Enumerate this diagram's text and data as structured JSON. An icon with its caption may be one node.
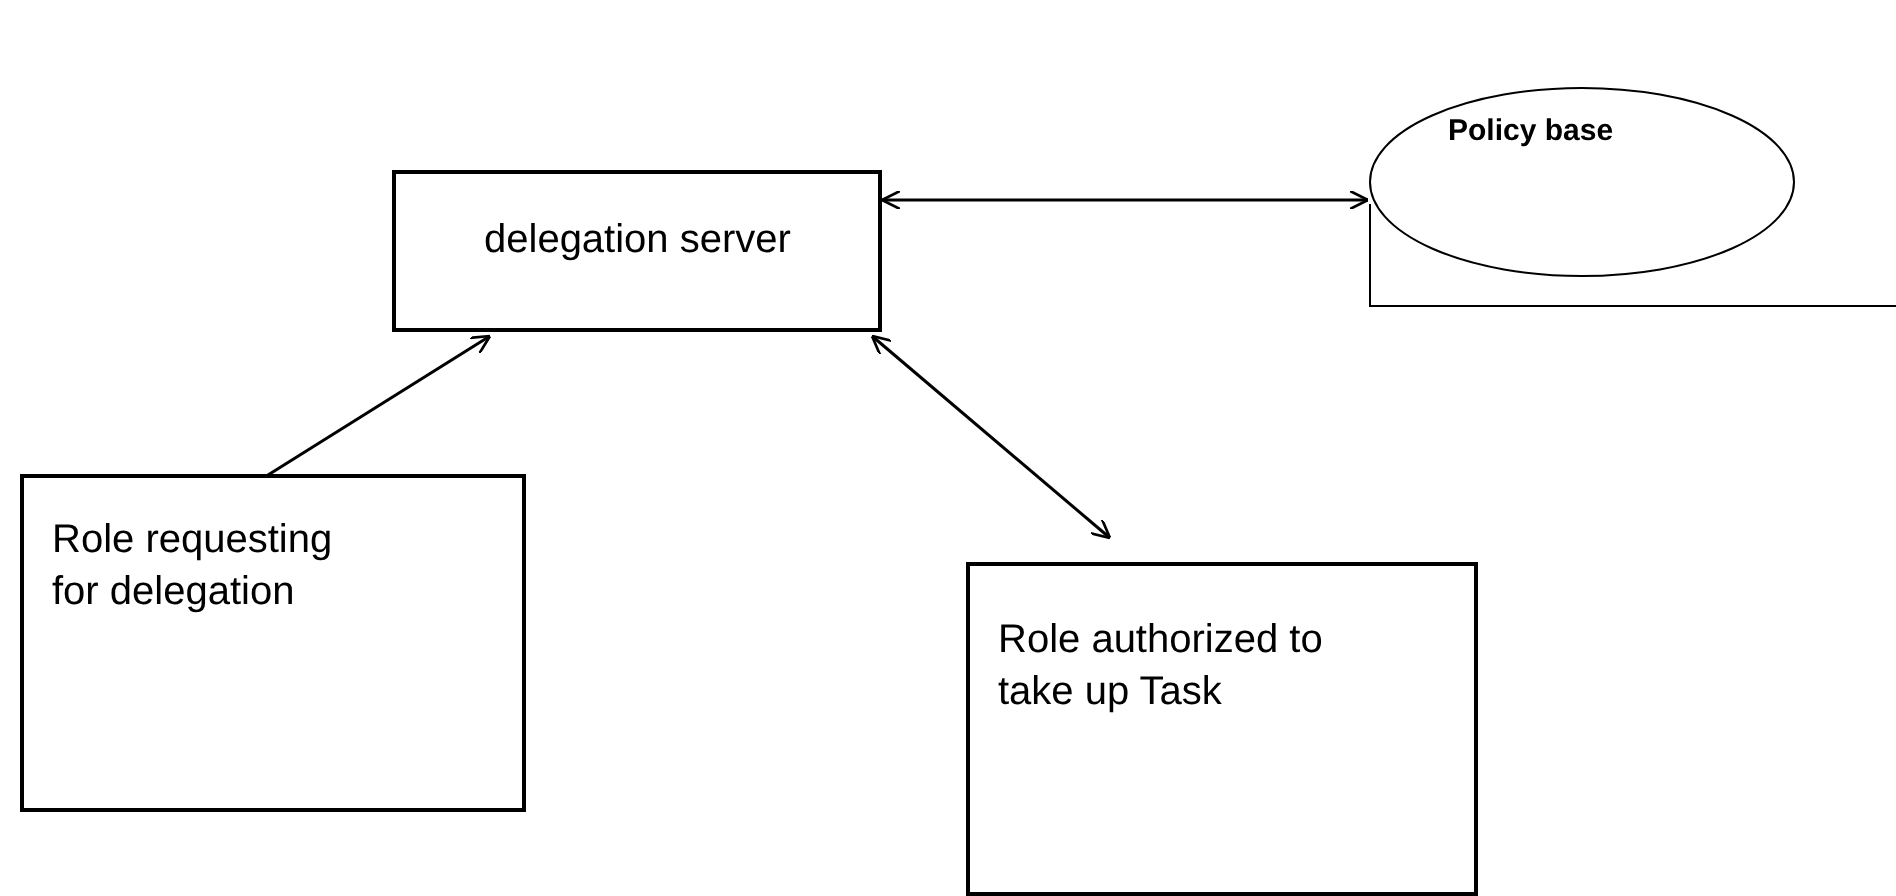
{
  "diagram": {
    "nodes": [
      {
        "text": [
          "delegation server"
        ]
      },
      {
        "text": [
          "Policy base"
        ]
      },
      {
        "text": [
          "Role requesting for delegation"
        ]
      },
      {
        "text": [
          "Role authorized to take up Task"
        ]
      }
    ],
    "edges": [
      {
        "from": 0,
        "to": 1,
        "arrow": "both"
      },
      {
        "from": 2,
        "to": 0,
        "arrow": "to"
      },
      {
        "from": 0,
        "to": 3,
        "arrow": "both"
      }
    ]
  }
}
